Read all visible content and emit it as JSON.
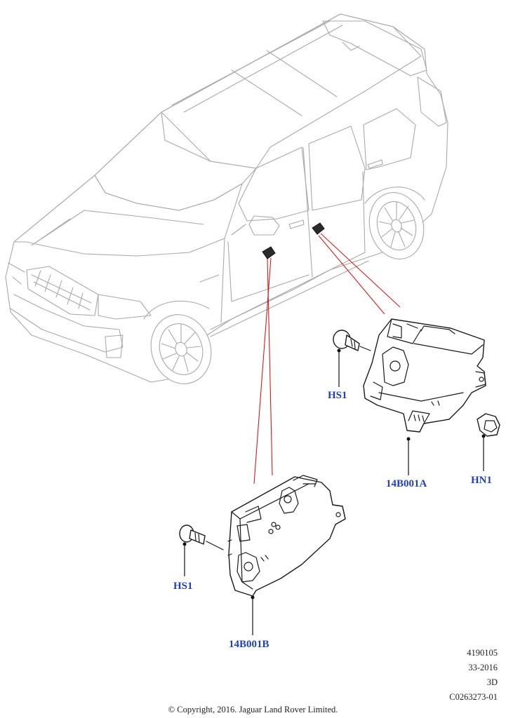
{
  "callouts": {
    "hs1_upper": "HS1",
    "module_a": "14B001A",
    "hn1": "HN1",
    "hs1_lower": "HS1",
    "module_b": "14B001B"
  },
  "reference": {
    "line1": "4190105",
    "line2": "33-2016",
    "line3": "3D",
    "line4": "C0263273-01"
  },
  "copyright": "© Copyright, 2016. Jaguar Land Rover Limited.",
  "colors": {
    "callout_text": "#1f3fbf",
    "leader_line": "#d81b1b",
    "vehicle_outline": "#a9a9a9",
    "part_outline": "#1a1a1a"
  }
}
